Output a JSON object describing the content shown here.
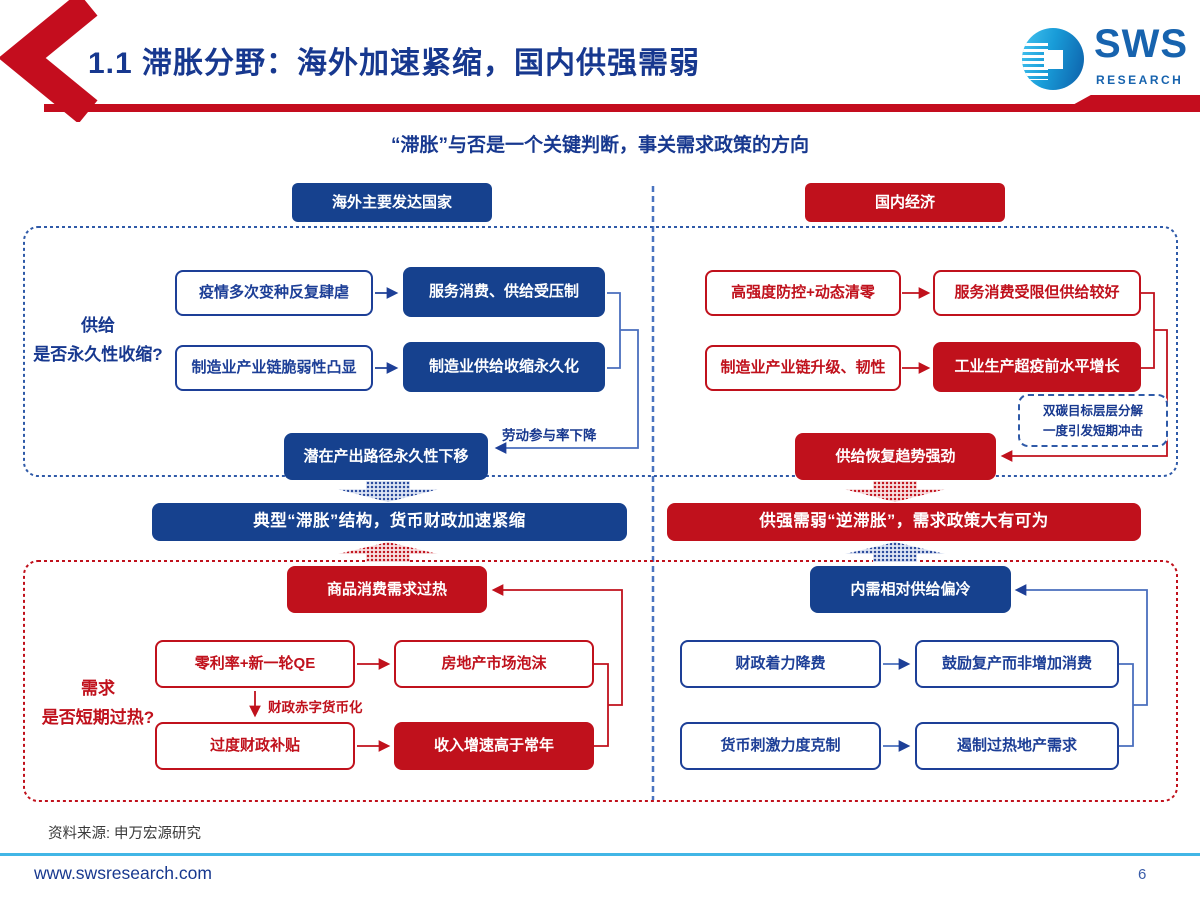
{
  "header": {
    "title": "1.1 滞胀分野：海外加速紧缩，国内供强需弱",
    "logo_text": "SWS",
    "logo_sub": "RESEARCH"
  },
  "subtitle": "“滞胀”与否是一个关键判断，事关需求政策的方向",
  "columns": {
    "overseas": "海外主要发达国家",
    "domestic": "国内经济"
  },
  "row_labels": {
    "supply_line1": "供给",
    "supply_line2": "是否永久性收缩?",
    "demand_line1": "需求",
    "demand_line2": "是否短期过热?"
  },
  "overseas": {
    "supply": {
      "cause1": "疫情多次变种反复肆虐",
      "effect1": "服务消费、供给受压制",
      "cause2": "制造业产业链脆弱性凸显",
      "effect2": "制造业供给收缩永久化",
      "note": "劳动参与率下降",
      "conclusion": "潜在产出路径永久性下移"
    },
    "mid": "典型“滞胀”结构，货币财政加速紧缩",
    "demand": {
      "top": "商品消费需求过热",
      "cause1": "零利率+新一轮QE",
      "effect1": "房地产市场泡沫",
      "note": "财政赤字货币化",
      "cause2": "过度财政补贴",
      "effect2": "收入增速高于常年"
    }
  },
  "domestic": {
    "supply": {
      "cause1": "高强度防控+动态清零",
      "effect1": "服务消费受限但供给较好",
      "cause2": "制造业产业链升级、韧性",
      "effect2": "工业生产超疫前水平增长",
      "note_line1": "双碳目标层层分解",
      "note_line2": "一度引发短期冲击",
      "conclusion": "供给恢复趋势强劲"
    },
    "mid": "供强需弱“逆滞胀”，需求政策大有可为",
    "demand": {
      "top": "内需相对供给偏冷",
      "cause1": "财政着力降费",
      "effect1": "鼓励复产而非增加消费",
      "cause2": "货币刺激力度克制",
      "effect2": "遏制过热地产需求"
    }
  },
  "footer": {
    "source": "资料来源: 申万宏源研究",
    "url": "www.swsresearch.com",
    "page": "6"
  },
  "colors": {
    "primary_blue": "#16418e",
    "primary_red": "#c0111c",
    "title_blue": "#17388f",
    "footer_line_cyan": "#41b6e6",
    "dashed_blue": "#2f5aa8"
  }
}
